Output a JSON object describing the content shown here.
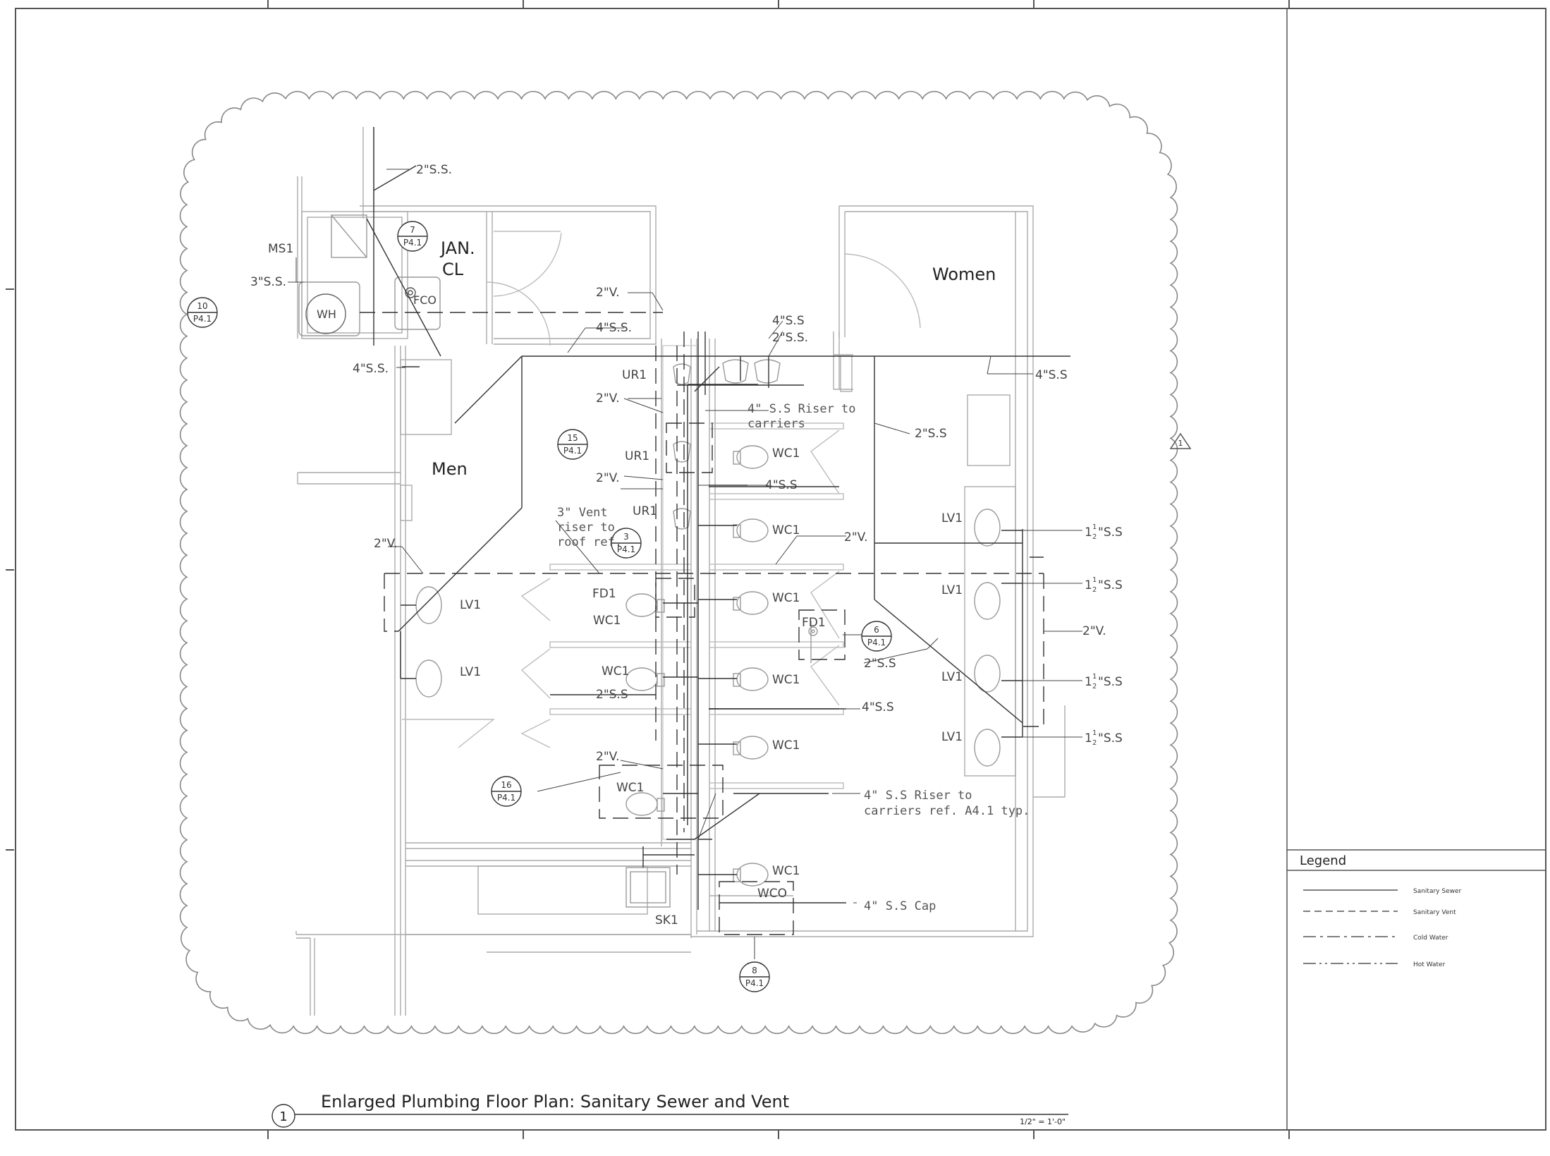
{
  "title_block": {
    "view_number": "1",
    "title": "Enlarged Plumbing Floor Plan: Sanitary Sewer and Vent",
    "scale": "1/2\" = 1'-0\""
  },
  "revision": {
    "number": "1"
  },
  "legend": {
    "title": "Legend",
    "items": [
      {
        "label": "Sanitary Sewer",
        "line": "solid"
      },
      {
        "label": "Sanitary Vent",
        "line": "dashed"
      },
      {
        "label": "Cold Water",
        "line": "dash-dot"
      },
      {
        "label": "Hot Water",
        "line": "dash-dot-dot"
      }
    ]
  },
  "rooms": {
    "jan_line1": "JAN.",
    "jan_line2": "CL",
    "men": "Men",
    "women": "Women"
  },
  "equipment": {
    "ms1": "MS1",
    "wh": "WH",
    "fco": "FCO",
    "ur1": "UR1",
    "wc1": "WC1",
    "lv1": "LV1",
    "fd1": "FD1",
    "wco": "WCO",
    "sk1": "SK1"
  },
  "pipe_labels": {
    "ss_2": "2\"S.S.",
    "ss_3": "3\"S.S.",
    "ss_4": "4\"S.S.",
    "ss_4_nodot": "4\"S.S",
    "ss_2_nodot": "2\"S.S",
    "v_2": "2\"V.",
    "ss_4_riser": "4\" S.S Riser to",
    "carriers": "carriers",
    "ss_4_riser2": "4\" S.S Riser to",
    "carriers_ref": "carriers ref. A4.1 typ.",
    "ss_4_cap": "4\" S.S Cap",
    "ss_1half_whole": "1",
    "ss_1half_num": "1",
    "ss_1half_den": "2",
    "ss_1half_unit": "\"S.S",
    "vent_riser_1": "3\" Vent",
    "vent_riser_2": "riser to",
    "vent_riser_3": "roof ref."
  },
  "detail_tags": [
    {
      "num": "7",
      "sheet": "P4.1"
    },
    {
      "num": "10",
      "sheet": "P4.1"
    },
    {
      "num": "15",
      "sheet": "P4.1"
    },
    {
      "num": "3",
      "sheet": "P4.1"
    },
    {
      "num": "6",
      "sheet": "P4.1"
    },
    {
      "num": "16",
      "sheet": "P4.1"
    },
    {
      "num": "8",
      "sheet": "P4.1"
    }
  ]
}
